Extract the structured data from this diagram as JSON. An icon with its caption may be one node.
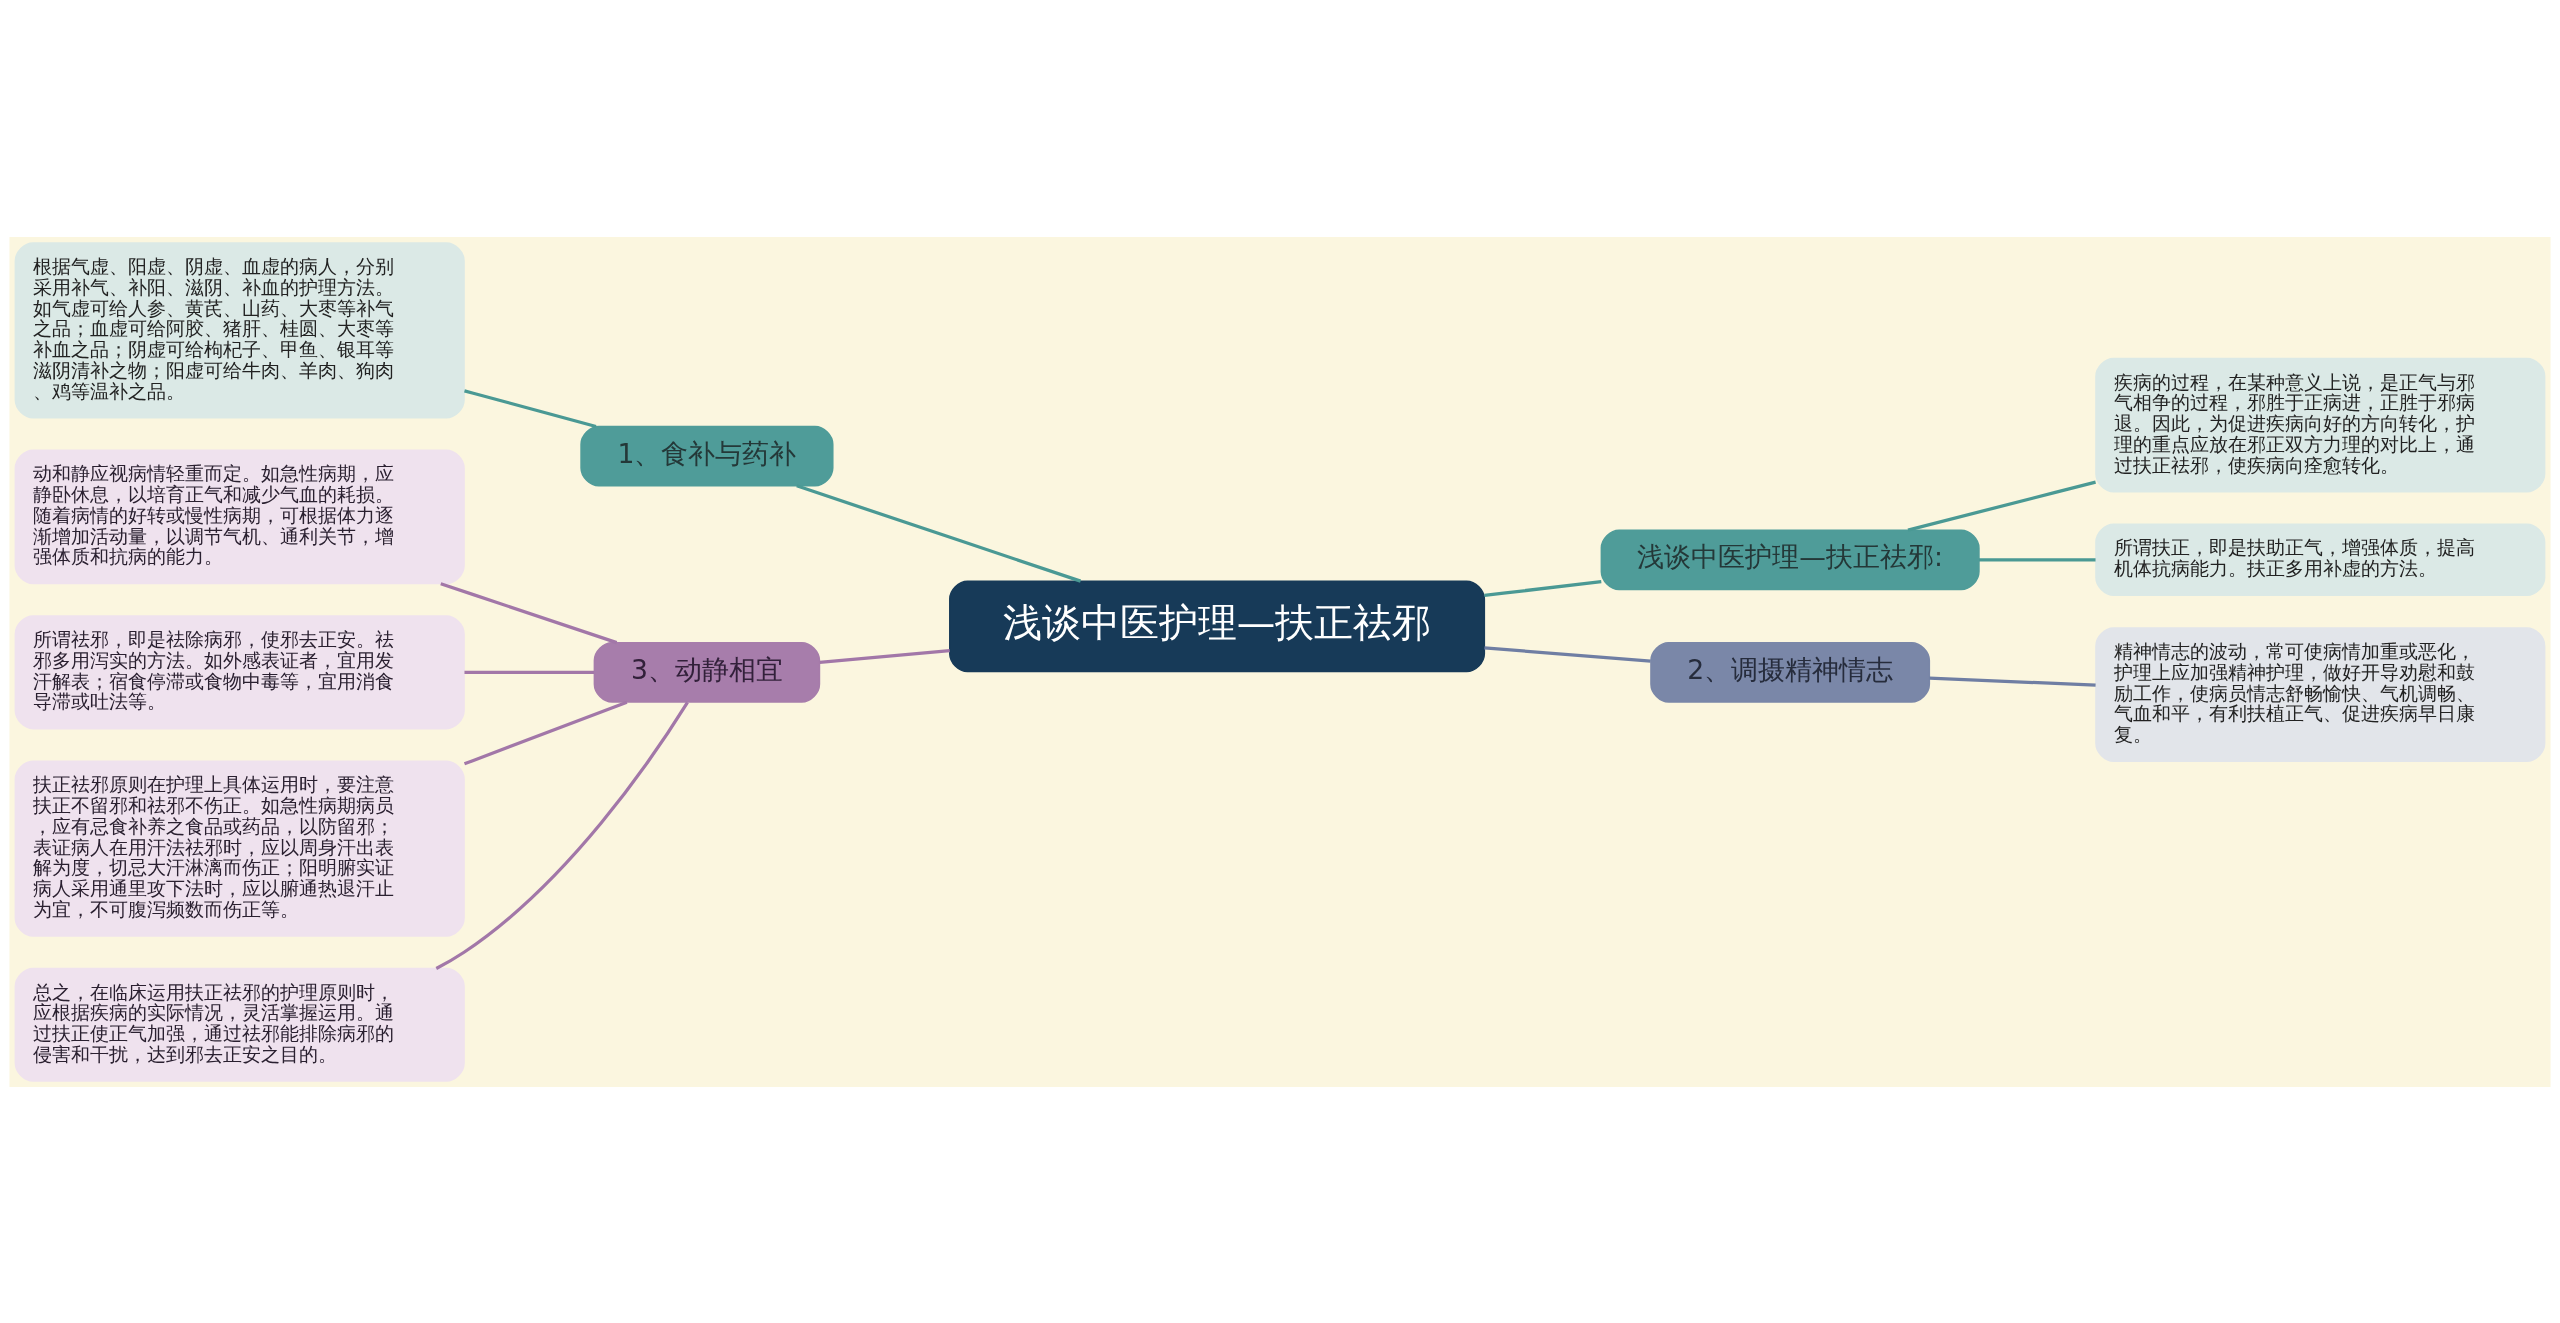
{
  "diagram": {
    "nodes": [
      {
        "text": [
          "浅谈中医护理—扶正祛邪"
        ]
      },
      {
        "text": [
          "1、食补与药补"
        ]
      },
      {
        "text": [
          "根据气虚、阳虚、阴虚、血虚的病人，分别采用补气、补阳、滋阴、补血的护理方法。如气虚可给人参、黄芪、山药、大枣等补气之品；血虚可给阿胶、猪肝、桂圆、大枣等补血之品；阴虚可给枸杞子、甲鱼、银耳等滋阴清补之物；阳虚可给牛肉、羊肉、狗肉、鸡等温补之品。"
        ]
      },
      {
        "text": [
          "浅谈中医护理—扶正祛邪:"
        ]
      },
      {
        "text": [
          "疾病的过程，在某种意义上说，是正气与邪气相争的过程，邪胜于正病进，正胜于邪病退。因此，为促进疾病向好的方向转化，护理的重点应放在邪正双方力理的对比上，通过扶正祛邪，使疾病向痊愈转化。"
        ]
      },
      {
        "text": [
          "所谓扶正，即是扶助正气，增强体质，提高机体抗病能力。扶正多用补虚的方法。"
        ]
      },
      {
        "text": [
          "2、调摄精神情志"
        ]
      },
      {
        "text": [
          "精神情志的波动，常可使病情加重或恶化，护理上应加强精神护理，做好开导劝慰和鼓励工作，使病员情志舒畅愉快、气机调畅、气血和平，有利扶植正气、促进疾病早日康复。"
        ]
      },
      {
        "text": [
          "3、动静相宜"
        ]
      },
      {
        "text": [
          "动和静应视病情轻重而定。如急性病期，应静卧休息，以培育正气和减少气血的耗损。随着病情的好转或慢性病期，可根据体力逐渐增加活动量，以调节气机、通利关节，增强体质和抗病的能力。"
        ]
      },
      {
        "text": [
          "所谓祛邪，即是祛除病邪，使邪去正安。祛邪多用泻实的方法。如外感表证者，宜用发汗解表；宿食停滞或食物中毒等，宜用消食导滞或吐法等。"
        ]
      },
      {
        "text": [
          "扶正祛邪原则在护理上具体运用时，要注意扶正不留邪和祛邪不伤正。如急性病期病员，应有忌食补养之食品或药品，以防留邪；表证病人在用汗法祛邪时，应以周身汗出表解为度，切忌大汗淋漓而伤正；阳明腑实证病人采用通里攻下法时，应以腑通热退汗止为宜，不可腹泻频数而伤正等。"
        ]
      },
      {
        "text": [
          "总之，在临床运用扶正祛邪的护理原则时，应根据疾病的实际情况，灵活掌握运用。通过扶正使正气加强，通过祛邪能排除病邪的侵害和干扰，达到邪去正安之目的。"
        ]
      }
    ],
    "edges": [
      {
        "from": 0,
        "to": 1,
        "arrow": "none",
        "color": "#4a9994"
      },
      {
        "from": 1,
        "to": 2,
        "arrow": "none",
        "color": "#4a9994"
      },
      {
        "from": 0,
        "to": 3,
        "arrow": "none",
        "color": "#4a9994"
      },
      {
        "from": 3,
        "to": 4,
        "arrow": "none",
        "color": "#4a9994"
      },
      {
        "from": 3,
        "to": 5,
        "arrow": "none",
        "color": "#4a9994"
      },
      {
        "from": 0,
        "to": 6,
        "arrow": "none",
        "color": "#6f7ea3"
      },
      {
        "from": 6,
        "to": 7,
        "arrow": "none",
        "color": "#6f7ea3"
      },
      {
        "from": 0,
        "to": 8,
        "arrow": "none",
        "color": "#a277a8"
      },
      {
        "from": 8,
        "to": 9,
        "arrow": "none",
        "color": "#a277a8"
      },
      {
        "from": 8,
        "to": 10,
        "arrow": "none",
        "color": "#a277a8"
      },
      {
        "from": 8,
        "to": 11,
        "arrow": "none",
        "color": "#a277a8"
      },
      {
        "from": 8,
        "to": 12,
        "arrow": "none",
        "color": "#a277a8"
      }
    ]
  }
}
